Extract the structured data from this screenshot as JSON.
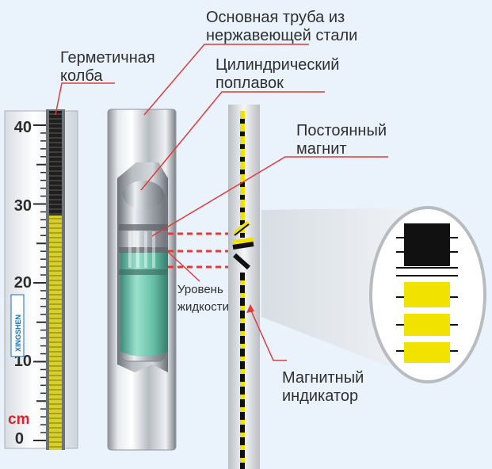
{
  "labels": {
    "main_tube_line1": "Основная труба из",
    "main_tube_line2": "нержавеющей стали",
    "sealed_flask_line1": "Герметичная",
    "sealed_flask_line2": "колба",
    "float_line1": "Цилиндрический",
    "float_line2": "поплавок",
    "magnet_line1": "Постоянный",
    "magnet_line2": "магнит",
    "liquid_level_line1": "Уровень",
    "liquid_level_line2": "жидкости",
    "indicator_line1": "Магнитный",
    "indicator_line2": "индикатор"
  },
  "scale": {
    "ticks": [
      "40",
      "30",
      "20",
      "10",
      "0"
    ],
    "unit": "cm",
    "brand": "XINGSHEN"
  },
  "colors": {
    "leader_line": "#e03a3a",
    "indicator_yellow": "#f2e200",
    "indicator_black": "#111111",
    "liquid": "#5fc7a6",
    "background": "#eaf3fb"
  }
}
